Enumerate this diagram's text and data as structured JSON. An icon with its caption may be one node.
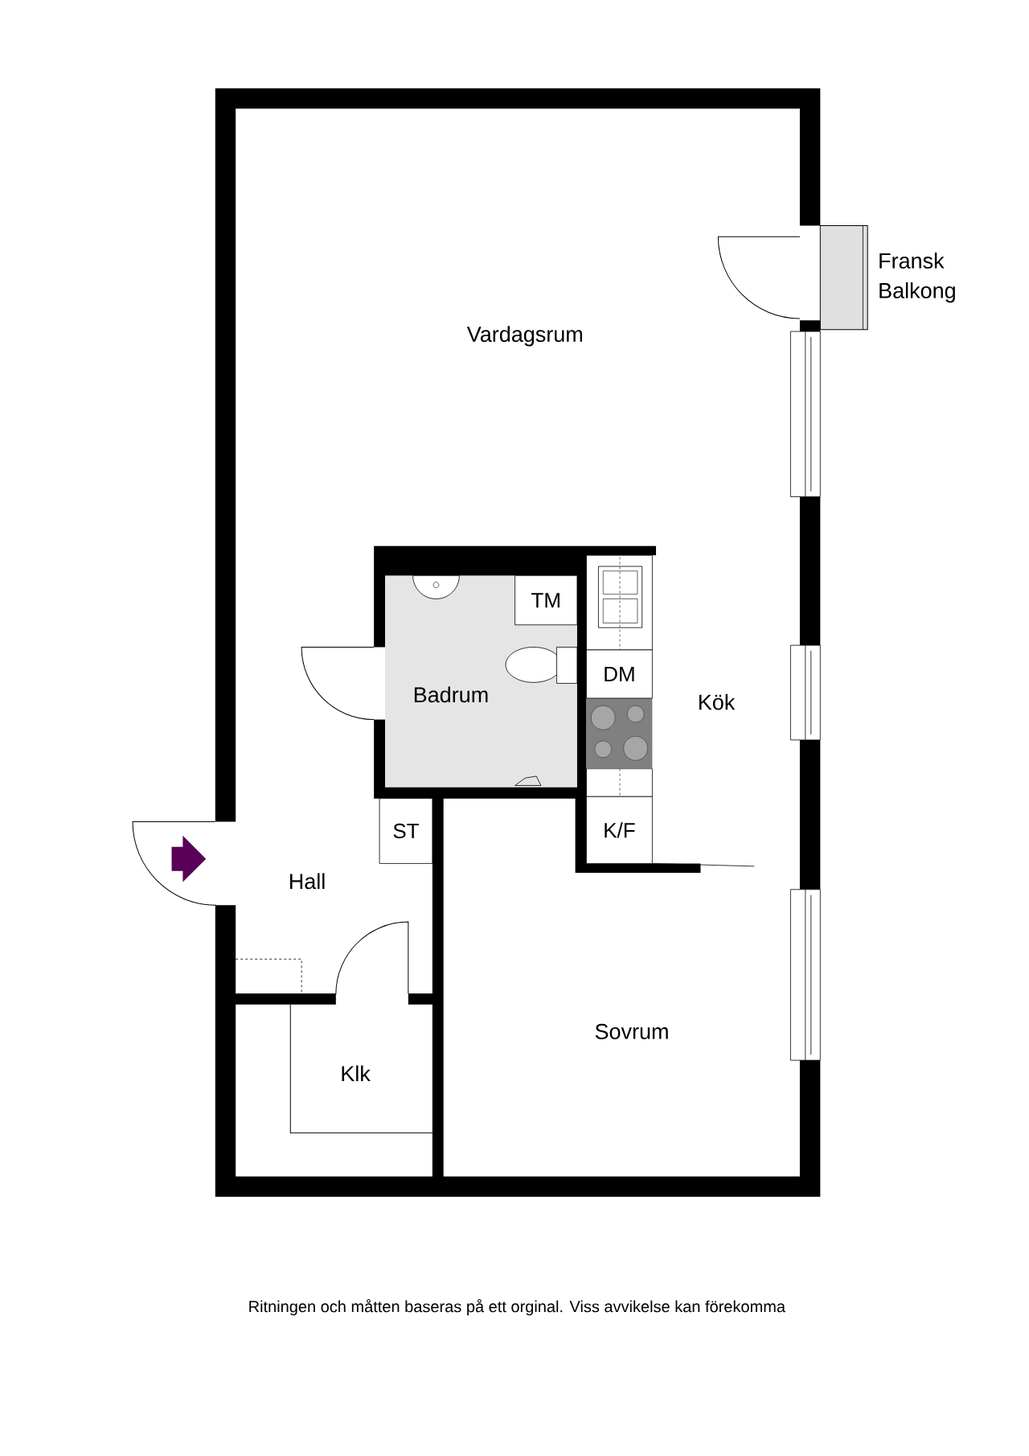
{
  "diagram": {
    "caption": "Ritningen och måtten baseras på ett orginal. Viss avvikelse kan förekomma",
    "nodes": [
      {
        "text": [
          "TM"
        ]
      },
      {
        "text": [
          "DM"
        ]
      },
      {
        "text": [
          "ST"
        ]
      },
      {
        "text": [
          "K/F"
        ]
      }
    ],
    "labels": [
      "Fransk Balkong",
      "Vardagsrum",
      "Badrum",
      "Kök",
      "Hall",
      "Sovrum",
      "Klk"
    ]
  }
}
